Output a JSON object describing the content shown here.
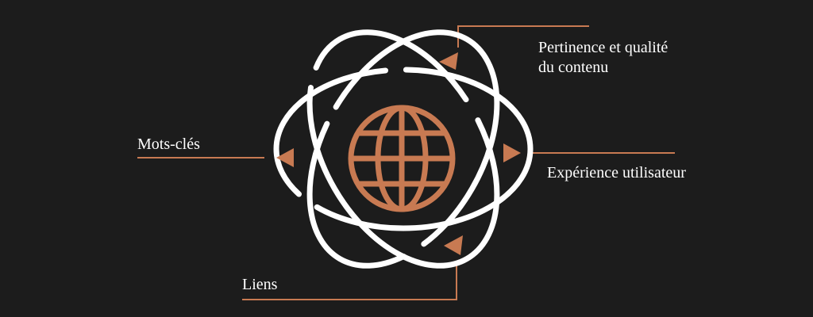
{
  "diagram": {
    "colors": {
      "background": "#1c1c1c",
      "orbit": "#ffffff",
      "accent": "#c87a52"
    },
    "center_icon": "globe-icon",
    "labels": {
      "quality_line1": "Pertinence et qualité",
      "quality_line2": "du contenu",
      "keywords": "Mots-clés",
      "ux": "Expérience utilisateur",
      "links": "Liens"
    }
  }
}
